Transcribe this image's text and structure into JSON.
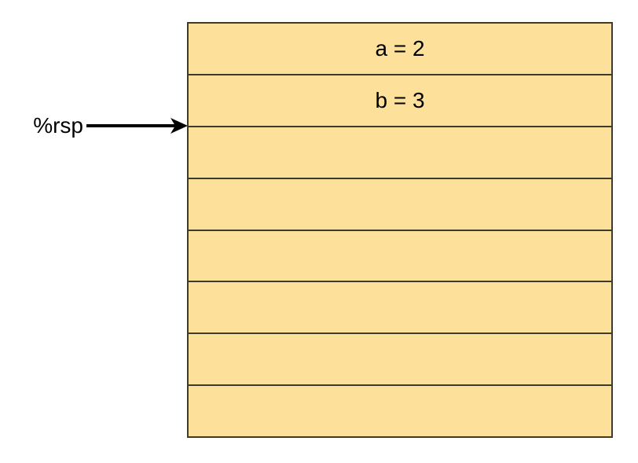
{
  "diagram": {
    "title": "stack-memory-diagram",
    "pointer": {
      "label": "%rsp",
      "points_to": "boundary below cell index 1"
    },
    "stack": {
      "cells": [
        {
          "label": "a = 2"
        },
        {
          "label": "b = 3"
        },
        {
          "label": ""
        },
        {
          "label": ""
        },
        {
          "label": ""
        },
        {
          "label": ""
        },
        {
          "label": ""
        },
        {
          "label": ""
        }
      ]
    },
    "colors": {
      "cell_fill": "#FDE099",
      "cell_border": "#3F3B2C",
      "arrow": "#000000",
      "text": "#000000",
      "background": "#FFFFFF"
    }
  }
}
